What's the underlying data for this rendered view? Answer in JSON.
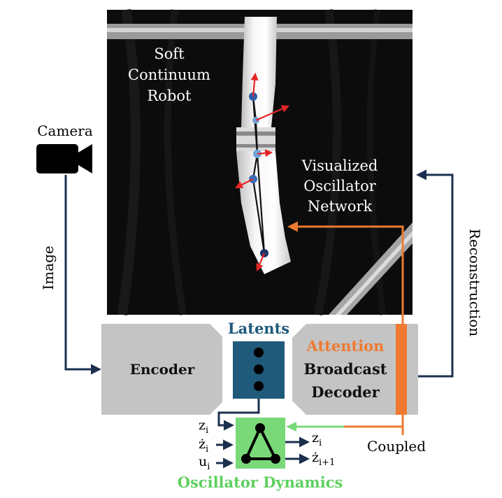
{
  "labels": {
    "camera": "Camera",
    "image": "Image",
    "robot_line1": "Soft",
    "robot_line2": "Continuum",
    "robot_line3": "Robot",
    "network_line1": "Visualized",
    "network_line2": "Oscillator",
    "network_line3": "Network",
    "reconstruction": "Reconstruction",
    "latents": "Latents",
    "encoder": "Encoder",
    "attention": "Attention",
    "broadcast": "Broadcast",
    "decoder": "Decoder",
    "coupled": "Coupled",
    "oscillator_dynamics": "Oscillator Dynamics"
  },
  "dynamics": {
    "inputs": [
      "z",
      "ż",
      "u"
    ],
    "input_sub": "i",
    "outputs": [
      "z",
      "ż"
    ],
    "output_subs": [
      "i",
      "i+1"
    ]
  },
  "colors": {
    "navy": "#1b2f4e",
    "orange": "#ee7a31",
    "green": "#79d979",
    "green_text": "#5fcf5f",
    "latents": "#1f5a7a",
    "gray_block": "#c4c4c4",
    "red_arrow": "#e52626",
    "node_blue": "#3a6fb8"
  }
}
